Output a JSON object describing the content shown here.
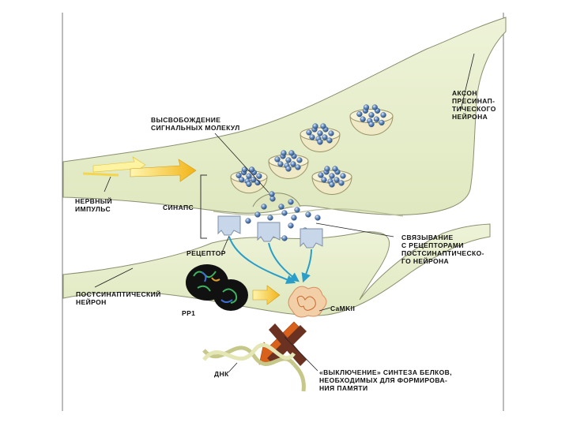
{
  "labels": {
    "release": [
      "ВЫСВОБОЖДЕНИЕ",
      "СИГНАЛЬНЫХ МОЛЕКУЛ"
    ],
    "axon": [
      "АКСОН",
      "ПРЕСИНАП-",
      "ТИЧЕСКОГО",
      "НЕЙРОНА"
    ],
    "impulse": [
      "НЕРВНЫЙ",
      "ИМПУЛЬС"
    ],
    "synapse": "СИНАПС",
    "receptor": "РЕЦЕПТОР",
    "binding": [
      "СВЯЗЫВАНИЕ",
      "С РЕЦЕПТОРАМИ",
      "ПОСТСИНАПТИЧЕСКО-",
      "ГО НЕЙРОНА"
    ],
    "postsynaptic": [
      "ПОСТСИНАПТИЧЕСКИЙ",
      "НЕЙРОН"
    ],
    "pp1": "PP1",
    "camkii": "CaMKII",
    "dna": "ДНК",
    "shutdown": [
      "«ВЫКЛЮЧЕНИЕ» СИНТЕЗА БЕЛКОВ,",
      "НЕОБХОДИМЫХ ДЛЯ ФОРМИРОВА-",
      "НИЯ ПАМЯТИ"
    ]
  },
  "colors": {
    "neuron_fill": "#e7eecd",
    "neuron_outline": "#8a8f6e",
    "vesicle_fill": "#efe9c6",
    "molecule": "#5f86b8",
    "receptor": "#c8d6ea",
    "arrow_blue": "#2a9ec8",
    "impulse_arrow": "#f0c020",
    "inhibit_cross": "#6b3222",
    "down_arrow": "#d8621c",
    "dna": "#d2d49a"
  }
}
